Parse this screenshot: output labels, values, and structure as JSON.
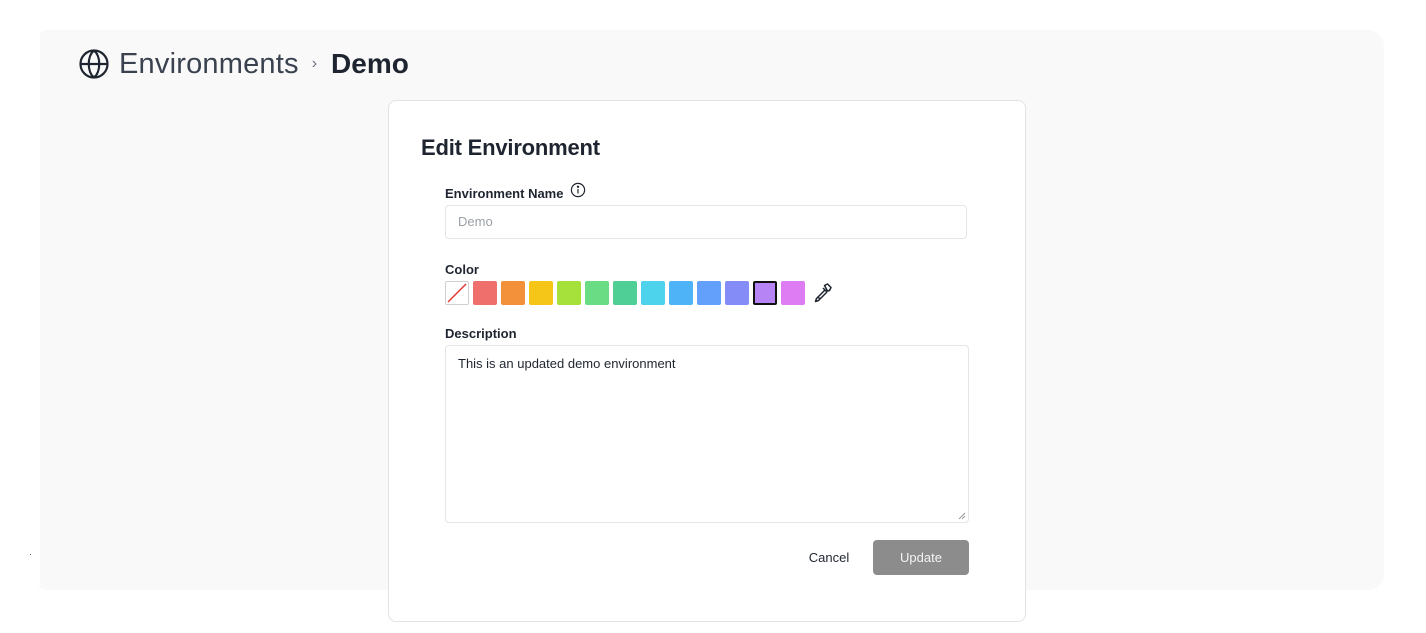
{
  "breadcrumb": {
    "root_label": "Environments",
    "separator": "›",
    "current_label": "Demo"
  },
  "form": {
    "title": "Edit Environment",
    "name_label": "Environment Name",
    "name_value": "Demo",
    "color_label": "Color",
    "colors": [
      {
        "name": "none",
        "hex": "#ffffff"
      },
      {
        "name": "red",
        "hex": "#ef6f6c"
      },
      {
        "name": "orange",
        "hex": "#f3913b"
      },
      {
        "name": "yellow",
        "hex": "#f5c518"
      },
      {
        "name": "lime",
        "hex": "#a6e03a"
      },
      {
        "name": "green",
        "hex": "#69dc84"
      },
      {
        "name": "emerald",
        "hex": "#4fcf96"
      },
      {
        "name": "cyan",
        "hex": "#4dd3ec"
      },
      {
        "name": "sky",
        "hex": "#4fb4f7"
      },
      {
        "name": "blue",
        "hex": "#63a0fb"
      },
      {
        "name": "indigo",
        "hex": "#848cf8"
      },
      {
        "name": "purple",
        "hex": "#b784f6"
      },
      {
        "name": "fuchsia",
        "hex": "#de7cf3"
      }
    ],
    "selected_color": "purple",
    "description_label": "Description",
    "description_value": "This is an updated demo environment",
    "cancel_label": "Cancel",
    "update_label": "Update"
  },
  "icons": {
    "breadcrumb_icon": "globe-icon",
    "info_icon": "info-icon",
    "picker_icon": "eyedropper-icon"
  },
  "theme": {
    "update_button_bg": "#8c8c8c",
    "panel_bg": "#f9f9f9"
  }
}
